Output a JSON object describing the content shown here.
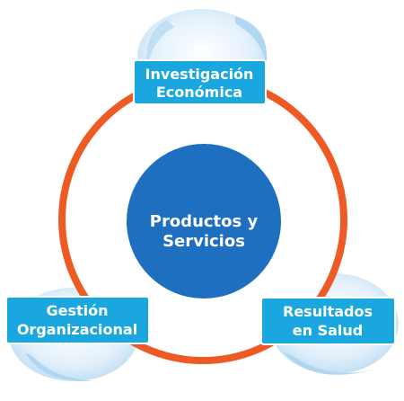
{
  "diagram": {
    "center": {
      "line1": "Productos y",
      "line2": "Servicios"
    },
    "nodes": [
      {
        "line1": "Investigación",
        "line2": "Económica"
      },
      {
        "line1": "Gestión",
        "line2": "Organizacional"
      },
      {
        "line1": "Resultados",
        "line2": "en Salud"
      }
    ]
  },
  "colors": {
    "ring": "#ee5a24",
    "ring_fill": "#ffffff",
    "center_fill": "#1e6fc0",
    "label_fill": "#1aa7e0",
    "label_text": "#ffffff",
    "bubble_light": "#e4f1fb",
    "bubble_mid": "#c6e2f6",
    "swoosh": "#a9d3f0"
  }
}
